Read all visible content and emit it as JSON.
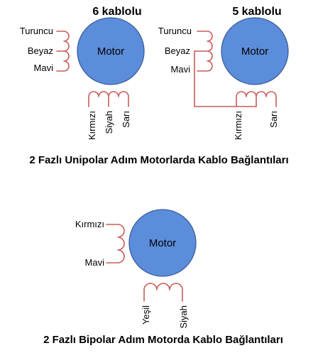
{
  "unipolar": {
    "six_wire": {
      "heading": "6 kablolu",
      "motor_label": "Motor",
      "left_wires": [
        "Turuncu",
        "Beyaz",
        "Mavi"
      ],
      "bottom_wires": [
        "Kırmızı",
        "Siyah",
        "Sarı"
      ]
    },
    "five_wire": {
      "heading": "5 kablolu",
      "motor_label": "Motor",
      "left_wires": [
        "Turuncu",
        "Beyaz",
        "Mavi"
      ],
      "bottom_wires": [
        "Kırmızı",
        "Sarı"
      ]
    },
    "caption": "2 Fazlı Unipolar Adım Motorlarda Kablo Bağlantıları"
  },
  "bipolar": {
    "motor_label": "Motor",
    "left_wires": [
      "Kırmızı",
      "Mavi"
    ],
    "bottom_wires": [
      "Yeşil",
      "Siyah"
    ],
    "caption": "2 Fazlı Bipolar Adım Motorda Kablo Bağlantıları"
  },
  "colors": {
    "motor_fill": "#5b8ddb",
    "wire": "#c75b5b"
  }
}
